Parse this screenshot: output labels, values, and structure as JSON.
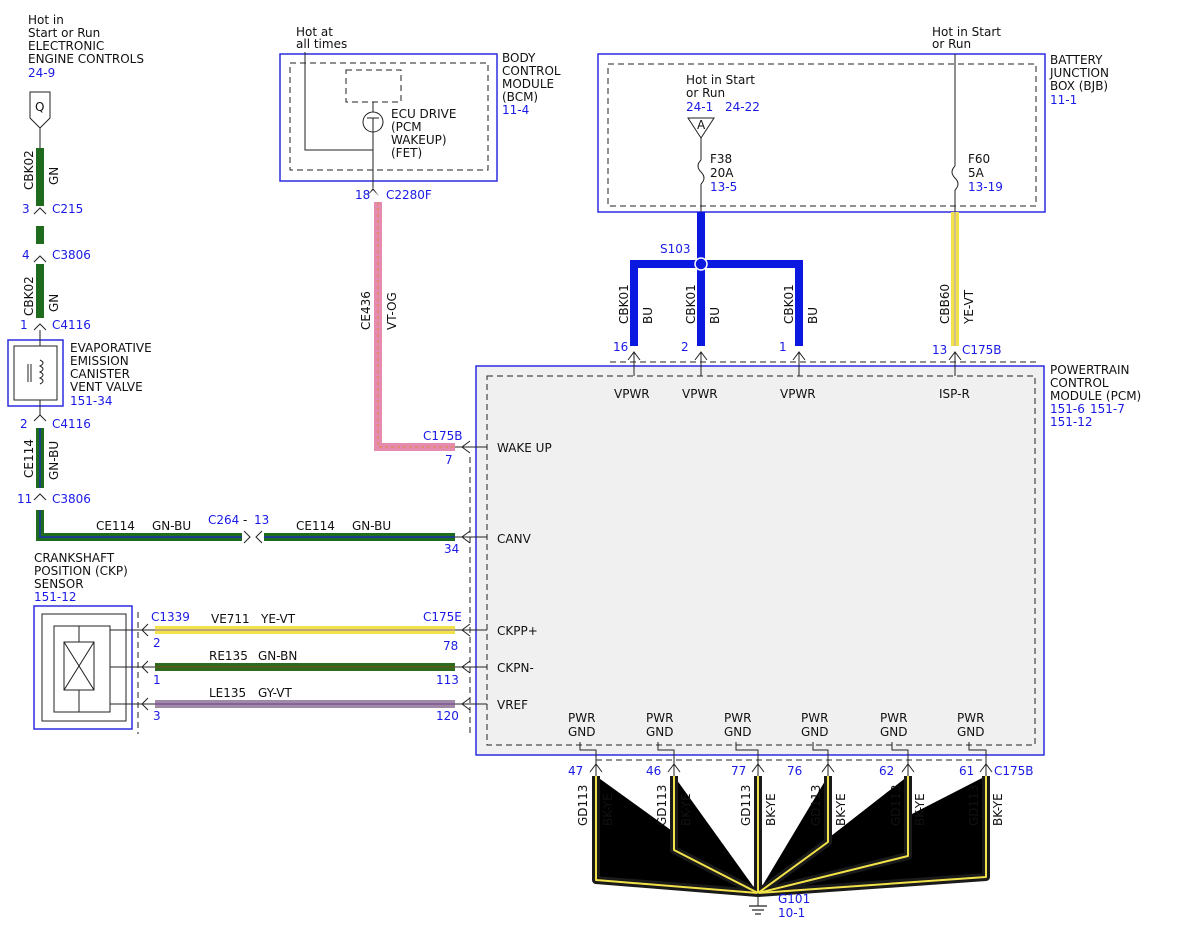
{
  "sources": {
    "top_left": {
      "line1": "Hot in",
      "line2": "Start or Run",
      "line3": "ELECTRONIC",
      "line4": "ENGINE CONTROLS",
      "ref": "24-9",
      "connector_letter": "Q"
    },
    "bcm_feed": {
      "line1": "Hot at",
      "line2": "all times"
    },
    "bjb_feed": {
      "line1": "Hot in Start",
      "line2": "or Run"
    },
    "bjb_inner": {
      "line1": "Hot in Start",
      "line2": "or Run",
      "ref1": "24-1",
      "ref2": "24-22",
      "letter": "A"
    }
  },
  "modules": {
    "bcm": {
      "line1": "BODY",
      "line2": "CONTROL",
      "line3": "MODULE",
      "line4": "(BCM)",
      "ref": "11-4",
      "fet": {
        "line1": "ECU DRIVE",
        "line2": "(PCM",
        "line3": "WAKEUP)",
        "line4": "(FET)"
      }
    },
    "bjb": {
      "line1": "BATTERY",
      "line2": "JUNCTION",
      "line3": "BOX (BJB)",
      "ref": "11-1"
    },
    "pcm": {
      "line1": "POWERTRAIN",
      "line2": "CONTROL",
      "line3": "MODULE (PCM)",
      "ref1": "151-6",
      "ref2": "151-7",
      "ref3": "151-12"
    },
    "evap": {
      "line1": "EVAPORATIVE",
      "line2": "EMISSION",
      "line3": "CANISTER",
      "line4": "VENT VALVE",
      "ref": "151-34"
    },
    "ckp": {
      "line1": "CRANKSHAFT",
      "line2": "POSITION (CKP)",
      "line3": "SENSOR",
      "ref": "151-12"
    }
  },
  "fuses": {
    "f38": {
      "name": "F38",
      "rating": "20A",
      "ref": "13-5"
    },
    "f60": {
      "name": "F60",
      "rating": "5A",
      "ref": "13-19"
    }
  },
  "splice": {
    "name": "S103"
  },
  "ground": {
    "name": "G101",
    "ref": "10-1"
  },
  "connectors": {
    "c215": {
      "pin": "3",
      "name": "C215"
    },
    "c3806a": {
      "pin": "4",
      "name": "C3806"
    },
    "c4116a": {
      "pin": "1",
      "name": "C4116"
    },
    "c4116b": {
      "pin": "2",
      "name": "C4116"
    },
    "c3806b": {
      "pin": "11",
      "name": "C3806"
    },
    "c2280f": {
      "pin": "18",
      "name": "C2280F"
    },
    "c175b_wake": {
      "pin": "7",
      "name": "C175B"
    },
    "c264": {
      "name": "C264",
      "sep": "-",
      "pin": "13"
    },
    "canv_pin": {
      "pin": "34"
    },
    "c1339": {
      "name": "C1339"
    },
    "c175e": {
      "name": "C175E"
    },
    "c175b_top": {
      "name": "C175B"
    },
    "c175b_gnd": {
      "name": "C175B"
    },
    "vpwr_pins": [
      "16",
      "2",
      "1"
    ],
    "isp_pin": "13",
    "ckp_sensor_pins": [
      "2",
      "1",
      "3"
    ],
    "ckp_pcm_pins": [
      "78",
      "113",
      "120"
    ],
    "gnd_pins": [
      "47",
      "46",
      "77",
      "76",
      "62",
      "61"
    ]
  },
  "wires": {
    "cbk02": {
      "circuit": "CBK02",
      "color": "GN"
    },
    "ce114": {
      "circuit": "CE114",
      "color": "GN-BU"
    },
    "ce436": {
      "circuit": "CE436",
      "color": "VT-OG"
    },
    "cbk01": {
      "circuit": "CBK01",
      "color": "BU"
    },
    "cbb60": {
      "circuit": "CBB60",
      "color": "YE-VT"
    },
    "ve711": {
      "circuit": "VE711",
      "color": "YE-VT"
    },
    "re135": {
      "circuit": "RE135",
      "color": "GN-BN"
    },
    "le135": {
      "circuit": "LE135",
      "color": "GY-VT"
    },
    "gd113": {
      "circuit": "GD113",
      "color": "BK-YE"
    }
  },
  "pcm_pins": {
    "vpwr": "VPWR",
    "isp": "ISP-R",
    "wake": "WAKE UP",
    "canv": "CANV",
    "ckpp": "CKPP+",
    "ckpn": "CKPN-",
    "vref": "VREF",
    "pwr": "PWR",
    "gnd": "GND"
  },
  "colors": {
    "label_blue": "#1a1ae6",
    "box_blue": "#2d2de0",
    "wire_green": "#1e6b1e",
    "wire_blue": "#0a18e0",
    "wire_pink": "#e58bb0",
    "wire_yellow": "#f2e24a",
    "wire_gray_violet": "#a08aa8",
    "wire_black_yellow": "#1a1a1a",
    "module_fill": "#f0f0f0"
  }
}
